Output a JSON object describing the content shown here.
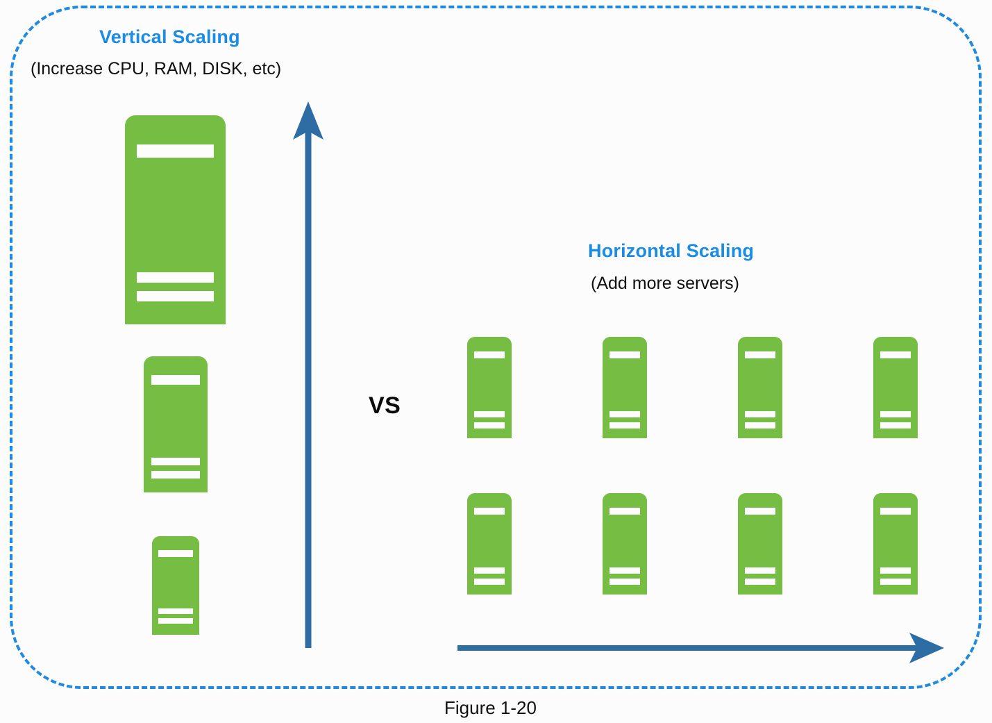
{
  "figure": {
    "caption": "Figure 1-20"
  },
  "vertical_scaling": {
    "title": "Vertical Scaling",
    "subtitle": "(Increase CPU, RAM, DISK, etc)",
    "servers": [
      {
        "size": "large",
        "label": "large-server"
      },
      {
        "size": "medium",
        "label": "medium-server"
      },
      {
        "size": "small",
        "label": "small-server"
      }
    ],
    "axis": "vertical-arrow-up"
  },
  "horizontal_scaling": {
    "title": "Horizontal Scaling",
    "subtitle": "(Add more servers)",
    "server_count": 8,
    "rows": 2,
    "columns": 4,
    "axis": "horizontal-arrow-right"
  },
  "comparator": {
    "label": "VS"
  },
  "colors": {
    "server_green": "#76bd43",
    "heading_blue": "#1b8ce3",
    "arrow_blue": "#2e6da4",
    "frame_blue": "#1f8ae0",
    "background": "#fdfcfd",
    "slot_white": "#fdfcfd",
    "text_black": "#101010"
  },
  "icons": {
    "server": "server-tower-icon",
    "up_arrow": "arrow-up-icon",
    "right_arrow": "arrow-right-icon"
  }
}
